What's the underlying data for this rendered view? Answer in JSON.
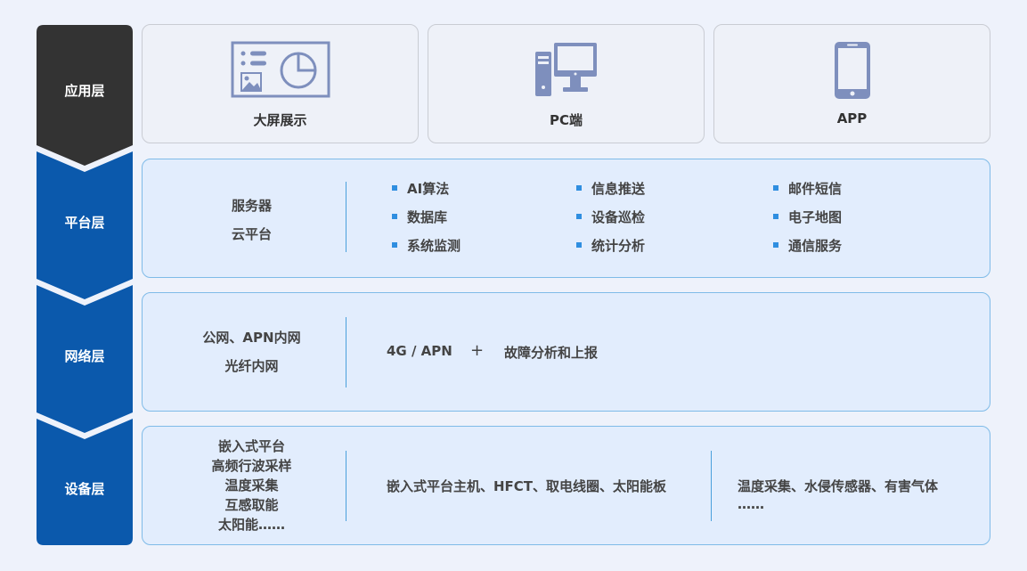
{
  "layers": {
    "application": "应用层",
    "platform": "平台层",
    "network": "网络层",
    "device": "设备层"
  },
  "colors": {
    "application_arrow": "#333333",
    "layer_arrow": "#0b59ac",
    "bullet": "#2f8ee0",
    "icon": "#7e8fbd"
  },
  "application": {
    "cards": [
      {
        "label": "大屏展示",
        "icon": "dashboard-icon"
      },
      {
        "label": "PC端",
        "icon": "desktop-computer-icon"
      },
      {
        "label": "APP",
        "icon": "smartphone-icon"
      }
    ]
  },
  "platform": {
    "left": [
      "服务器",
      "云平台"
    ],
    "columns": [
      [
        "AI算法",
        "数据库",
        "系统监测"
      ],
      [
        "信息推送",
        "设备巡检",
        "统计分析"
      ],
      [
        "邮件短信",
        "电子地图",
        "通信服务"
      ]
    ]
  },
  "network": {
    "left": [
      "公网、APN内网",
      "光纤内网"
    ],
    "tech": "4G / APN",
    "plus": "+",
    "feature": "故障分析和上报"
  },
  "device": {
    "left": [
      "嵌入式平台",
      "高频行波采样",
      "温度采集",
      "互感取能",
      "太阳能……"
    ],
    "middle": "嵌入式平台主机、HFCT、取电线圈、太阳能板",
    "right_line1": "温度采集、水侵传感器、有害气体",
    "right_line2": "……"
  }
}
